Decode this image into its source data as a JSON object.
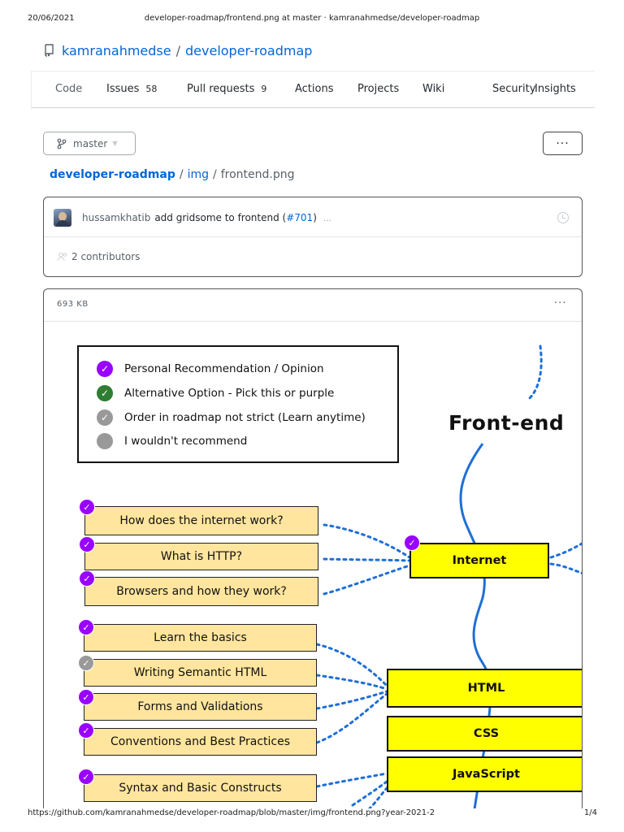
{
  "print": {
    "date": "20/06/2021",
    "title": "developer-roadmap/frontend.png at master · kamranahmedse/developer-roadmap",
    "url": "https://github.com/kamranahmedse/developer-roadmap/blob/master/img/frontend.png?year-2021-2",
    "page": "1/4"
  },
  "repo": {
    "owner": "kamranahmedse",
    "separator": "/",
    "name": "developer-roadmap",
    "icon": "repo-icon"
  },
  "tabs": [
    {
      "label": "Code",
      "count": ""
    },
    {
      "label": "Issues",
      "count": "58"
    },
    {
      "label": "Pull requests",
      "count": "9"
    },
    {
      "label": "Actions",
      "count": ""
    },
    {
      "label": "Projects",
      "count": ""
    },
    {
      "label": "Wiki",
      "count": ""
    },
    {
      "label": "Security",
      "count": ""
    },
    {
      "label": "Insights",
      "count": ""
    }
  ],
  "branch": {
    "label": "master",
    "icon": "git-branch-icon"
  },
  "more_label": "···",
  "breadcrumb": {
    "root": "developer-roadmap",
    "dir": "img",
    "file": "frontend.png",
    "sep": "/"
  },
  "commit": {
    "author": "hussamkhatib",
    "message": "add gridsome to frontend (",
    "pr": "#701",
    "close": ")",
    "ellipsis": "…"
  },
  "contributors": {
    "text": "2 contributors"
  },
  "file": {
    "size": "693 KB",
    "more": "···"
  },
  "roadmap": {
    "legend": [
      {
        "label": "Personal Recommendation / Opinion",
        "color": "#9900ff",
        "check": true
      },
      {
        "label": "Alternative Option - Pick this or purple",
        "color": "#2e7d32",
        "check": true
      },
      {
        "label": "Order in roadmap not strict (Learn anytime)",
        "color": "#999999",
        "check": true
      },
      {
        "label": "I wouldn't recommend",
        "color": "#999999",
        "check": false
      }
    ],
    "heading": "Front-end",
    "internet_topics": [
      "How does the internet work?",
      "What is HTTP?",
      "Browsers and how they work?"
    ],
    "html_topics": [
      "Learn the basics",
      "Writing Semantic HTML",
      "Forms and Validations",
      "Conventions and Best Practices"
    ],
    "js_topics": [
      "Syntax and Basic Constructs"
    ],
    "nodes": {
      "internet": "Internet",
      "html": "HTML",
      "css": "CSS",
      "javascript": "JavaScript"
    },
    "colors": {
      "topic": "#ffe59e",
      "main_node": "#ffff00",
      "connector": "#1f6fd6",
      "recommended": "#9900ff",
      "optional": "#999999"
    }
  }
}
